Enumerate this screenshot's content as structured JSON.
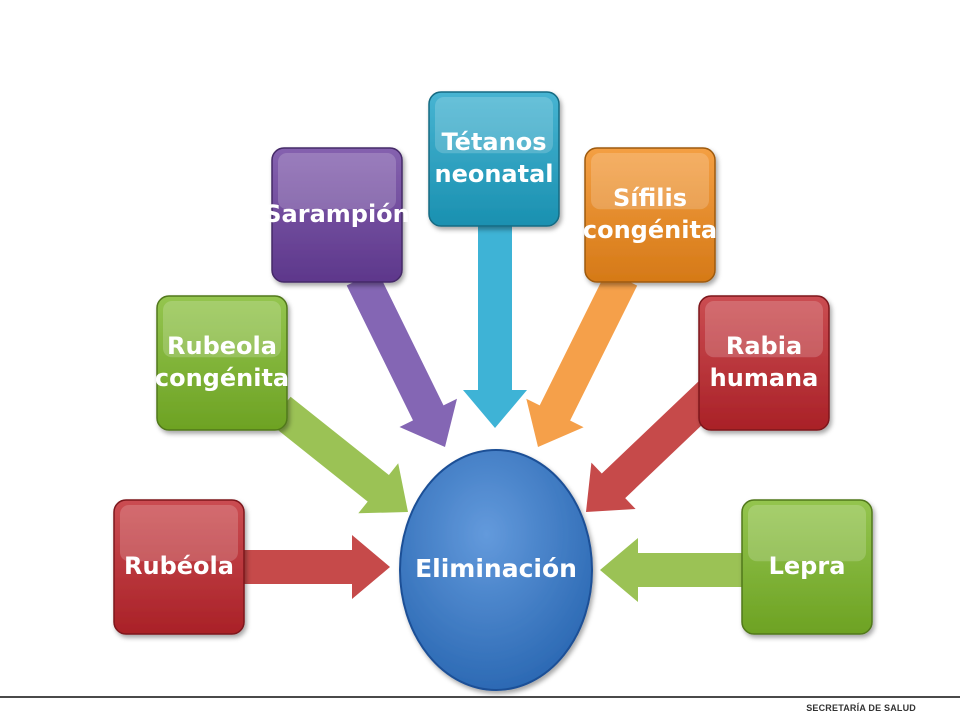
{
  "diagram": {
    "center": {
      "label": "Eliminación",
      "color": "#2f78d0"
    },
    "nodes": [
      {
        "id": "rubeola",
        "lines": [
          "Rubéola"
        ],
        "color": "#c0262c",
        "arrow_color": "#c64a4a"
      },
      {
        "id": "rubeola-congenita",
        "lines": [
          "Rubeola",
          "congénita"
        ],
        "color": "#7cb828",
        "arrow_color": "#9bc255"
      },
      {
        "id": "sarampion",
        "lines": [
          "Sarampión"
        ],
        "color": "#6a3f9e",
        "arrow_color": "#8466b4"
      },
      {
        "id": "tetanos-neonatal",
        "lines": [
          "Tétanos",
          "neonatal"
        ],
        "color": "#1ea4c8",
        "arrow_color": "#3eb3d6"
      },
      {
        "id": "sifilis-congenita",
        "lines": [
          "Sífilis",
          "congénita"
        ],
        "color": "#f28a1a",
        "arrow_color": "#f5a04a"
      },
      {
        "id": "rabia-humana",
        "lines": [
          "Rabia",
          "humana"
        ],
        "color": "#c0262c",
        "arrow_color": "#c64a4a"
      },
      {
        "id": "lepra",
        "lines": [
          "Lepra"
        ],
        "color": "#7cb828",
        "arrow_color": "#9bc255"
      }
    ]
  },
  "footer": {
    "label": "SECRETARÍA DE SALUD"
  }
}
